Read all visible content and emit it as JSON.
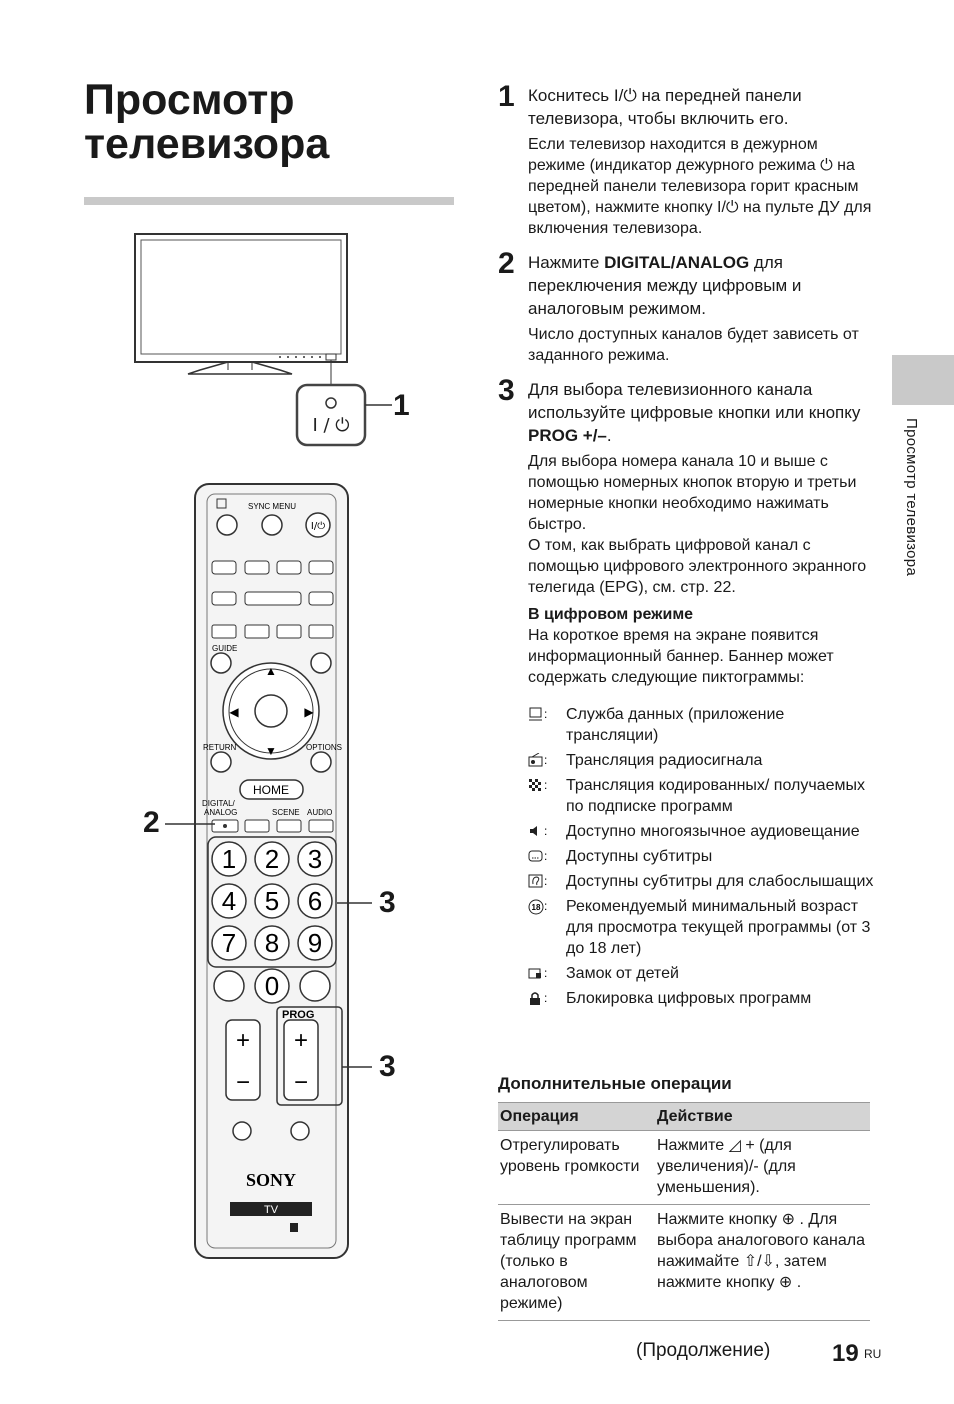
{
  "title": "Просмотр телевизора",
  "side_label": "Просмотр телевизора",
  "figure": {
    "callout_1": "1",
    "callout_2": "2",
    "callout_3a": "3",
    "callout_3b": "3",
    "power_symbol": "I / ⏻",
    "remote": {
      "sync_menu": "SYNC MENU",
      "guide": "GUIDE",
      "return": "RETURN",
      "options": "OPTIONS",
      "home": "HOME",
      "digital": "DIGITAL/",
      "analog": "ANALOG",
      "scene": "SCENE",
      "audio": "AUDIO",
      "digits": [
        "1",
        "2",
        "3",
        "4",
        "5",
        "6",
        "7",
        "8",
        "9",
        "0"
      ],
      "prog": "PROG",
      "plus": "+",
      "minus": "−",
      "brand": "SONY",
      "tv": "TV"
    }
  },
  "steps": [
    {
      "num": "1",
      "main": "Коснитесь I/⏻ на передней панели телевизора, чтобы включить его.",
      "note": "Если телевизор находится в дежурном режиме (индикатор дежурного режима ⏻ на передней панели телевизора горит красным цветом), нажмите кнопку I/⏻ на пульте ДУ для включения телевизора."
    },
    {
      "num": "2",
      "main_before": "Нажмите ",
      "main_bold": "DIGITAL/ANALOG",
      "main_after": " для переключения между цифровым и аналоговым режимом.",
      "note": "Число доступных каналов будет зависеть от заданного режима."
    },
    {
      "num": "3",
      "main_before": "Для выбора телевизионного канала используйте цифровые кнопки или кнопку ",
      "main_bold": "PROG +/–",
      "main_after": ".",
      "note1": "Для выбора номера канала 10 и выше с помощью номерных кнопок вторую и третьи номерные кнопки необходимо нажимать быстро.",
      "note2": "О том, как выбрать цифровой канал с помощью цифрового электронного экранного телегида (EPG), см. стр. 22.",
      "digital_head": "В цифровом режиме",
      "digital_text": "На короткое время на экране появится информационный баннер. Баннер может содержать следующие пиктограммы:"
    }
  ],
  "icons": [
    {
      "icon": "data-service-icon",
      "text": "Служба данных (приложение трансляции)"
    },
    {
      "icon": "radio-icon",
      "text": "Трансляция радиосигнала"
    },
    {
      "icon": "scrambled-icon",
      "text": "Трансляция кодированных/ получаемых по подписке программ"
    },
    {
      "icon": "multi-audio-icon",
      "text": "Доступно многоязычное аудиовещание"
    },
    {
      "icon": "subtitles-icon",
      "text": "Доступны субтитры"
    },
    {
      "icon": "subtitles-hoh-icon",
      "text": "Доступны субтитры для слабослышащих"
    },
    {
      "icon": "age-18-icon",
      "text": "Рекомендуемый минимальный возраст для просмотра текущей программы (от 3 до 18 лет)"
    },
    {
      "icon": "child-lock-icon",
      "text": "Замок от детей"
    },
    {
      "icon": "padlock-icon",
      "text": "Блокировка цифровых программ"
    }
  ],
  "extra_head": "Дополнительные операции",
  "table": {
    "headers": [
      "Операция",
      "Действие"
    ],
    "rows": [
      [
        "Отрегулировать уровень громкости",
        "Нажмите ◿ + (для увеличения)/- (для уменьшения)."
      ],
      [
        "Вывести на экран таблицу программ (только в аналоговом режиме)",
        "Нажмите кнопку ⊕ . Для выбора аналогового канала нажимайте ⇧/⇩, затем нажмите кнопку ⊕ ."
      ]
    ]
  },
  "footer": {
    "continued": "(Продолжение)",
    "page": "19",
    "lang": "RU"
  },
  "colors": {
    "tab_gray": "#c9c9c9",
    "table_header": "#d4d4d4"
  }
}
